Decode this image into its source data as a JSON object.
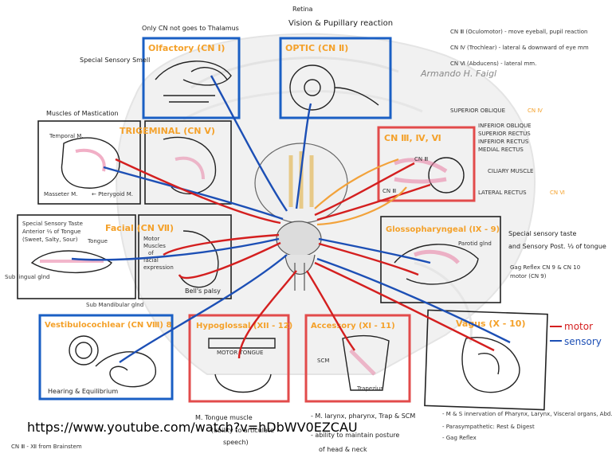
{
  "header": {
    "retina": "Retina",
    "only_cn_note": "Only CN not goes to Thalamus",
    "vision_reaction": "Vision & Pupillary reaction",
    "author": "Armando H. Faigl"
  },
  "eye_muscles_legend": {
    "cn3": "CN Ⅲ (Oculomotor) - move eyeball, pupil reaction",
    "cn4": "CN Ⅳ (Trochlear) - lateral & downward of eye mm",
    "cn6": "CN Ⅵ (Abducens) - lateral mm."
  },
  "boxes": {
    "olfactory": {
      "title": "Olfactory (CN Ⅰ)",
      "note_left": "Special Sensory Smell"
    },
    "optic": {
      "title": "OPTIC (CN Ⅱ)"
    },
    "trigeminal": {
      "title": "TRIGEMINAL (CN Ⅴ)",
      "muscles_label": "Muscles of Mastication",
      "temporal": "Temporal M.",
      "masseter": "Masseter M.",
      "pterygoid": "← Pterygoid M."
    },
    "cn3_4_6": {
      "title": "CN Ⅲ, Ⅳ, Ⅵ",
      "labels": [
        "SUPERIOR OBLIQUE",
        "INFERIOR OBLIQUE",
        "SUPERIOR RECTUS",
        "INFERIOR RECTUS",
        "MEDIAL RECTUS",
        "CILIARY MUSCLE",
        "LATERAL RECTUS"
      ],
      "cn4_tag": "CN Ⅳ",
      "cn6_tag": "CN Ⅵ",
      "cn3_tag": "CN Ⅲ",
      "cn3_small": "CN Ⅲ"
    },
    "facial": {
      "title": "Facial (CN Ⅶ)",
      "left_notes": [
        "Special Sensory Taste",
        "Anterior ⅔ of Tongue",
        "(Sweet, Salty, Sour)"
      ],
      "tongue": "Tongue",
      "right_notes": [
        "Motor",
        "Muscles",
        "of",
        "facial",
        "expression"
      ],
      "bells": "Bell's palsy",
      "sublingual": "Sub lingual glnd",
      "submandibular": "Sub Mandibular glnd"
    },
    "glossopharyngeal": {
      "title": "Glossopharyngeal (IX - 9)",
      "parotid": "Parotid glnd",
      "notes": [
        "Special sensory taste",
        "and Sensory Post. ⅓ of tongue",
        "Gag Reflex CN 9 & CN 10",
        "motor (CN 9)"
      ]
    },
    "vestibulocochlear": {
      "title": "Vestibulocochlear (CN Ⅷ) 8",
      "caption": "Hearing & Equilibrium"
    },
    "hypoglossal": {
      "title": "Hypoglossal (XII - 12)",
      "tongue_label": "MOTOR TONGUE",
      "caption_lines": [
        "M. Tongue muscle",
        "(ability to articulate",
        "speech)"
      ]
    },
    "accessory": {
      "title": "Accessory (XI - 11)",
      "scm": "SCM",
      "trapezius": "Trapezius",
      "caption_lines": [
        "- M. larynx, pharynx, Trap & SCM",
        "- ability to maintain posture",
        "of head & neck"
      ]
    },
    "vagus": {
      "title": "Vagus (X - 10)",
      "notes": [
        "- M & S innervation of Pharynx, Larynx, Visceral organs, Abd.",
        "- Parasympathetic: Rest & Digest",
        "- Gag Reflex"
      ]
    }
  },
  "legend": {
    "motor": "motor",
    "sensory": "sensory",
    "motor_color": "#d41f1f",
    "sensory_color": "#1c4fb5"
  },
  "footer": {
    "url": "https://www.youtube.com/watch?v=hDbWV0EZCAU",
    "brainstem": "CN Ⅲ - Ⅻ from Brainstem"
  }
}
